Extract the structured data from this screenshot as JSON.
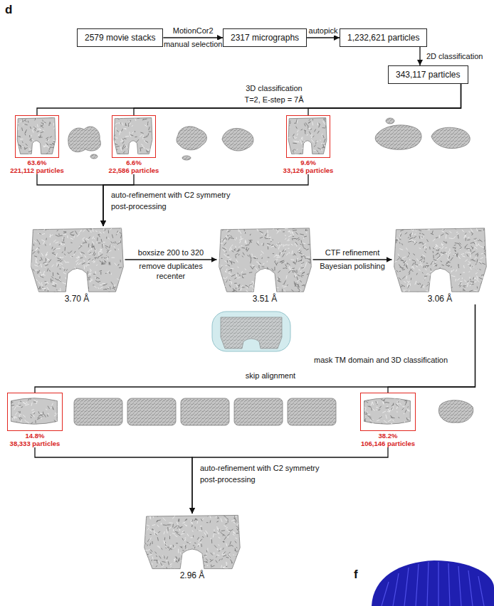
{
  "diagram": {
    "nodes": [
      {
        "text": [
          "2579 movie stacks"
        ]
      },
      {
        "text": [
          "2317 micrographs"
        ]
      },
      {
        "text": [
          "1,232,621 particles"
        ]
      },
      {
        "text": [
          "343,117 particles"
        ]
      },
      {
        "text": [
          "63.6%",
          "221,112 particles"
        ]
      },
      {
        "text": [
          "6.6%",
          "22,586 particles"
        ]
      },
      {
        "text": [
          "9.6%",
          "33,126 particles"
        ]
      },
      {
        "text": [
          "3.70 Å"
        ]
      },
      {
        "text": [
          "3.51 Å"
        ]
      },
      {
        "text": [
          "3.06 Å"
        ]
      },
      {
        "text": [
          "14.8%",
          "38,333 particles"
        ]
      },
      {
        "text": [
          "38.2%",
          "106,146 particles"
        ]
      },
      {
        "text": [
          "2.96 Å"
        ]
      }
    ],
    "edges": [
      {
        "from": 0,
        "to": 1,
        "arrow": "to",
        "label": "MotionCor2"
      },
      {
        "from": 1,
        "to": 2,
        "arrow": "to",
        "label": "autopick"
      },
      {
        "from": 2,
        "to": 3,
        "arrow": "to",
        "label": "2D classification"
      },
      {
        "from": 3,
        "to": 4,
        "arrow": "none"
      },
      {
        "from": 3,
        "to": 5,
        "arrow": "none"
      },
      {
        "from": 3,
        "to": 6,
        "arrow": "none"
      },
      {
        "from": 4,
        "to": 7,
        "arrow": "to"
      },
      {
        "from": 5,
        "to": 7,
        "arrow": "to"
      },
      {
        "from": 6,
        "to": 7,
        "arrow": "to"
      },
      {
        "from": 7,
        "to": 8,
        "arrow": "to",
        "label": "boxsize 200 to 320"
      },
      {
        "from": 8,
        "to": 9,
        "arrow": "to",
        "label": "CTF refinement"
      },
      {
        "from": 9,
        "to": 10,
        "arrow": "none"
      },
      {
        "from": 9,
        "to": 11,
        "arrow": "none"
      },
      {
        "from": 10,
        "to": 12,
        "arrow": "to"
      },
      {
        "from": 11,
        "to": 12,
        "arrow": "to"
      }
    ],
    "labels": [
      "d",
      "manual selection",
      "3D classification",
      "T=2, E-step = 7Å",
      "auto-refinement with C2 symmetry",
      "post-processing",
      "remove duplicates",
      "recenter",
      "Bayesian polishing",
      "mask TM domain and 3D classification",
      "skip alignment",
      "auto-refinement with C2 symmetry",
      "post-processing",
      "f"
    ]
  }
}
